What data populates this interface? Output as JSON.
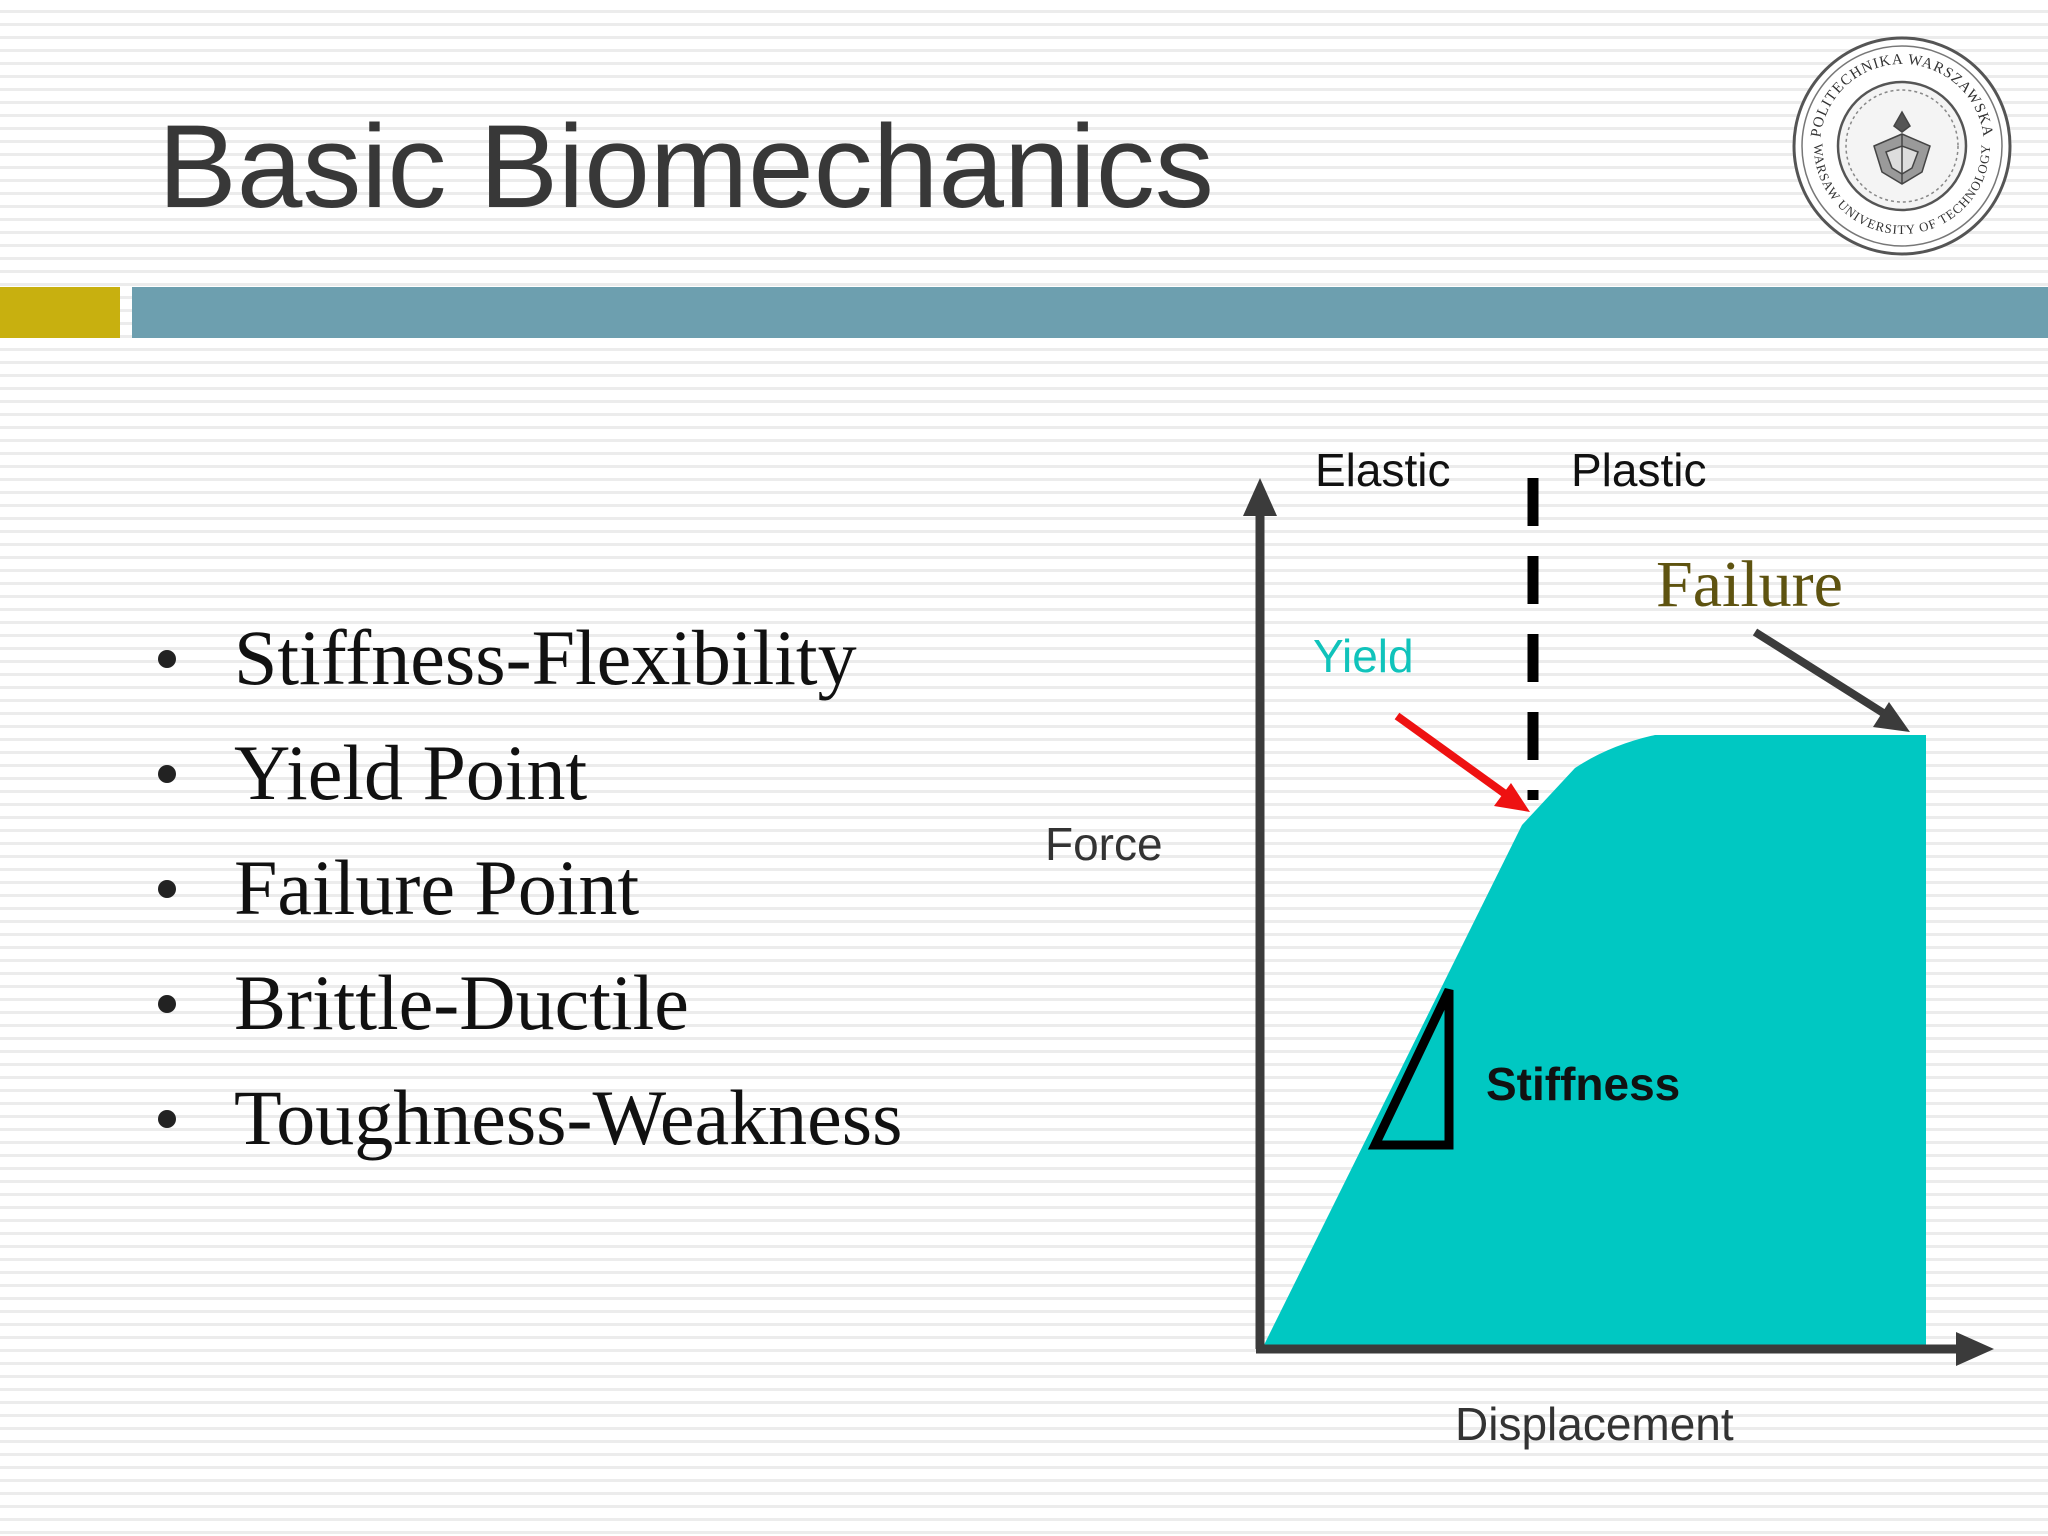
{
  "slide": {
    "title": "Basic Biomechanics"
  },
  "bullets": [
    "Stiffness-Flexibility",
    "Yield Point",
    "Failure Point",
    "Brittle-Ductile",
    "Toughness-Weakness"
  ],
  "diagram": {
    "x_axis_label": "Displacement",
    "y_axis_label": "Force",
    "region_left_label": "Elastic",
    "region_right_label": "Plastic",
    "yield_label": "Yield",
    "failure_label": "Failure",
    "stiffness_label": "Stiffness",
    "colors": {
      "area": "#00c8c2",
      "yield_arrow": "#ee1111",
      "yield_text": "#10c3bb",
      "failure_text": "#5e5310",
      "failure_arrow": "#3b3b3b",
      "axes": "#3b3b3b"
    }
  },
  "logo": {
    "text_top": "POLITECHNIKA WARSZAWSKA",
    "text_bottom": "WARSAW UNIVERSITY OF TECHNOLOGY"
  }
}
